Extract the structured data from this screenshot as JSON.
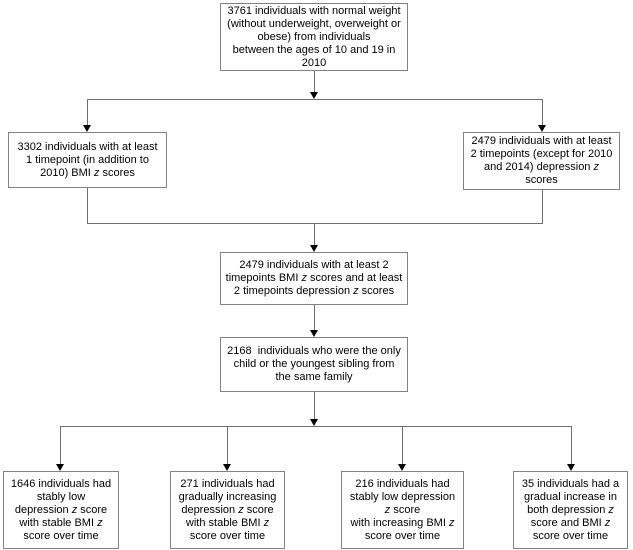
{
  "flowchart": {
    "type": "participant-flow-diagram",
    "nodes": [
      {
        "id": "normal-weight-total",
        "count": 3761,
        "text": "3761 individuals with normal weight\n(without underweight, overweight or\nobese) from individuals\nbetween the ages of 10 and 19 in\n2010"
      },
      {
        "id": "bmi-timepoints",
        "count": 3302,
        "text": "3302 individuals with at least\n1 timepoint (in addition to\n2010) BMI z scores"
      },
      {
        "id": "depression-timepoints",
        "count": 2479,
        "text": "2479 individuals with at least\n2 timepoints (except for 2010\nand 2014) depression z\nscores"
      },
      {
        "id": "both-timepoints",
        "count": 2479,
        "text": "2479 individuals with at least 2\ntimepoints BMI z scores and at least\n2 timepoints depression z scores"
      },
      {
        "id": "only-child-or-youngest",
        "count": 2168,
        "text": "2168  individuals who were the only\nchild or the youngest sibling from\nthe same family"
      },
      {
        "id": "group-stable-dep-stable-bmi",
        "count": 1646,
        "text": "1646 individuals had\nstably low\ndepression z score\nwith stable BMI z\nscore over time"
      },
      {
        "id": "group-increasing-dep-stable-bmi",
        "count": 271,
        "text": "271 individuals had\ngradually increasing\ndepression z score\nwith stable BMI z\nscore over time"
      },
      {
        "id": "group-stable-dep-increasing-bmi",
        "count": 216,
        "text": "216 individuals had\nstably low depression\nz score\nwith increasing BMI z\nscore over time"
      },
      {
        "id": "group-increasing-both",
        "count": 35,
        "text": "35 individuals had a\ngradual increase in\nboth depression z\nscore and BMI z\nscore over time"
      }
    ],
    "edges": [
      {
        "from": "normal-weight-total",
        "to": "bmi-timepoints"
      },
      {
        "from": "normal-weight-total",
        "to": "depression-timepoints"
      },
      {
        "from": "bmi-timepoints",
        "to": "both-timepoints"
      },
      {
        "from": "depression-timepoints",
        "to": "both-timepoints"
      },
      {
        "from": "both-timepoints",
        "to": "only-child-or-youngest"
      },
      {
        "from": "only-child-or-youngest",
        "to": "group-stable-dep-stable-bmi"
      },
      {
        "from": "only-child-or-youngest",
        "to": "group-increasing-dep-stable-bmi"
      },
      {
        "from": "only-child-or-youngest",
        "to": "group-stable-dep-increasing-bmi"
      },
      {
        "from": "only-child-or-youngest",
        "to": "group-increasing-both"
      }
    ],
    "colors": {
      "background": "#ffffff",
      "box_border": "#828282",
      "connector_line": "#6f6f6f",
      "arrowhead": "#000000",
      "text": "#000000"
    }
  }
}
